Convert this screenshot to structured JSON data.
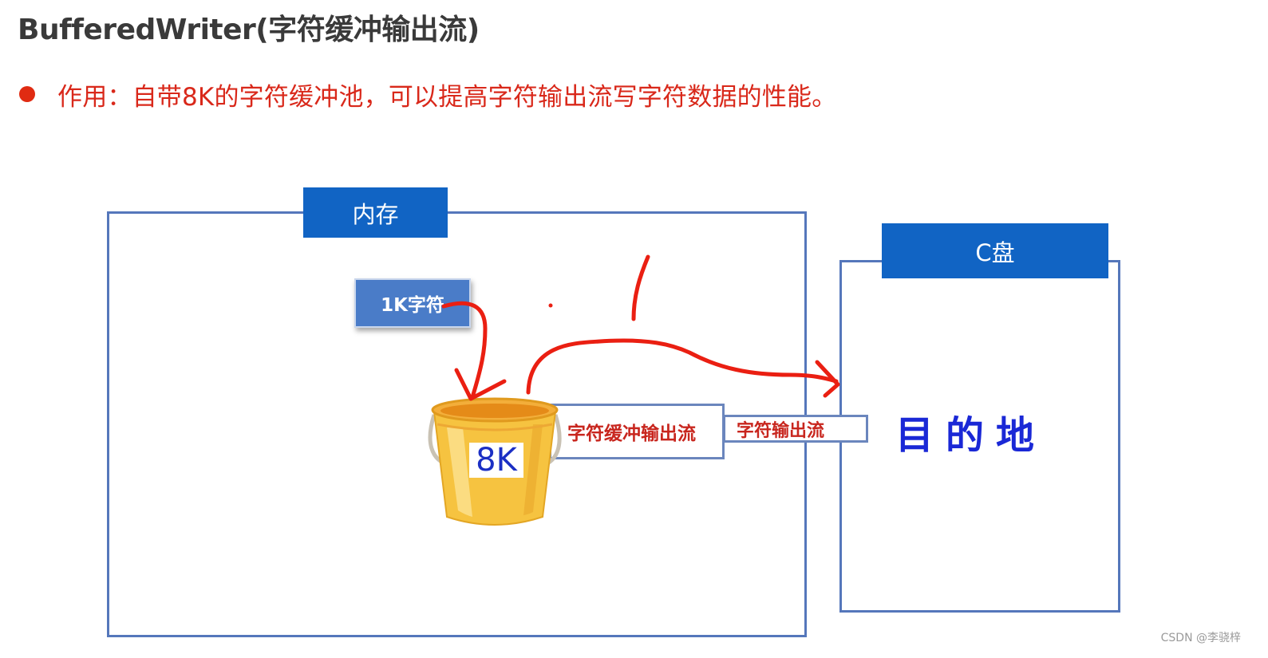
{
  "slide": {
    "title": "BufferedWriter(字符缓冲输出流)",
    "bullet": "作用：自带8K的字符缓冲池，可以提高字符输出流写字符数据的性能。",
    "watermark": "CSDN @李骁梓"
  },
  "diagram": {
    "memory_label": "内存",
    "disk_label": "C盘",
    "chunk_label": "1K字符",
    "buffer_label": "8K",
    "buffered_stream_label": "字符缓冲输出流",
    "char_stream_label": "字符输出流",
    "destination_label": "目的地"
  },
  "colors": {
    "accent_blue": "#1164c4",
    "panel_border": "#5577bb",
    "bullet_red": "#d9281a",
    "ink_red": "#ea1f12",
    "ink_blue": "#1a28d6"
  }
}
